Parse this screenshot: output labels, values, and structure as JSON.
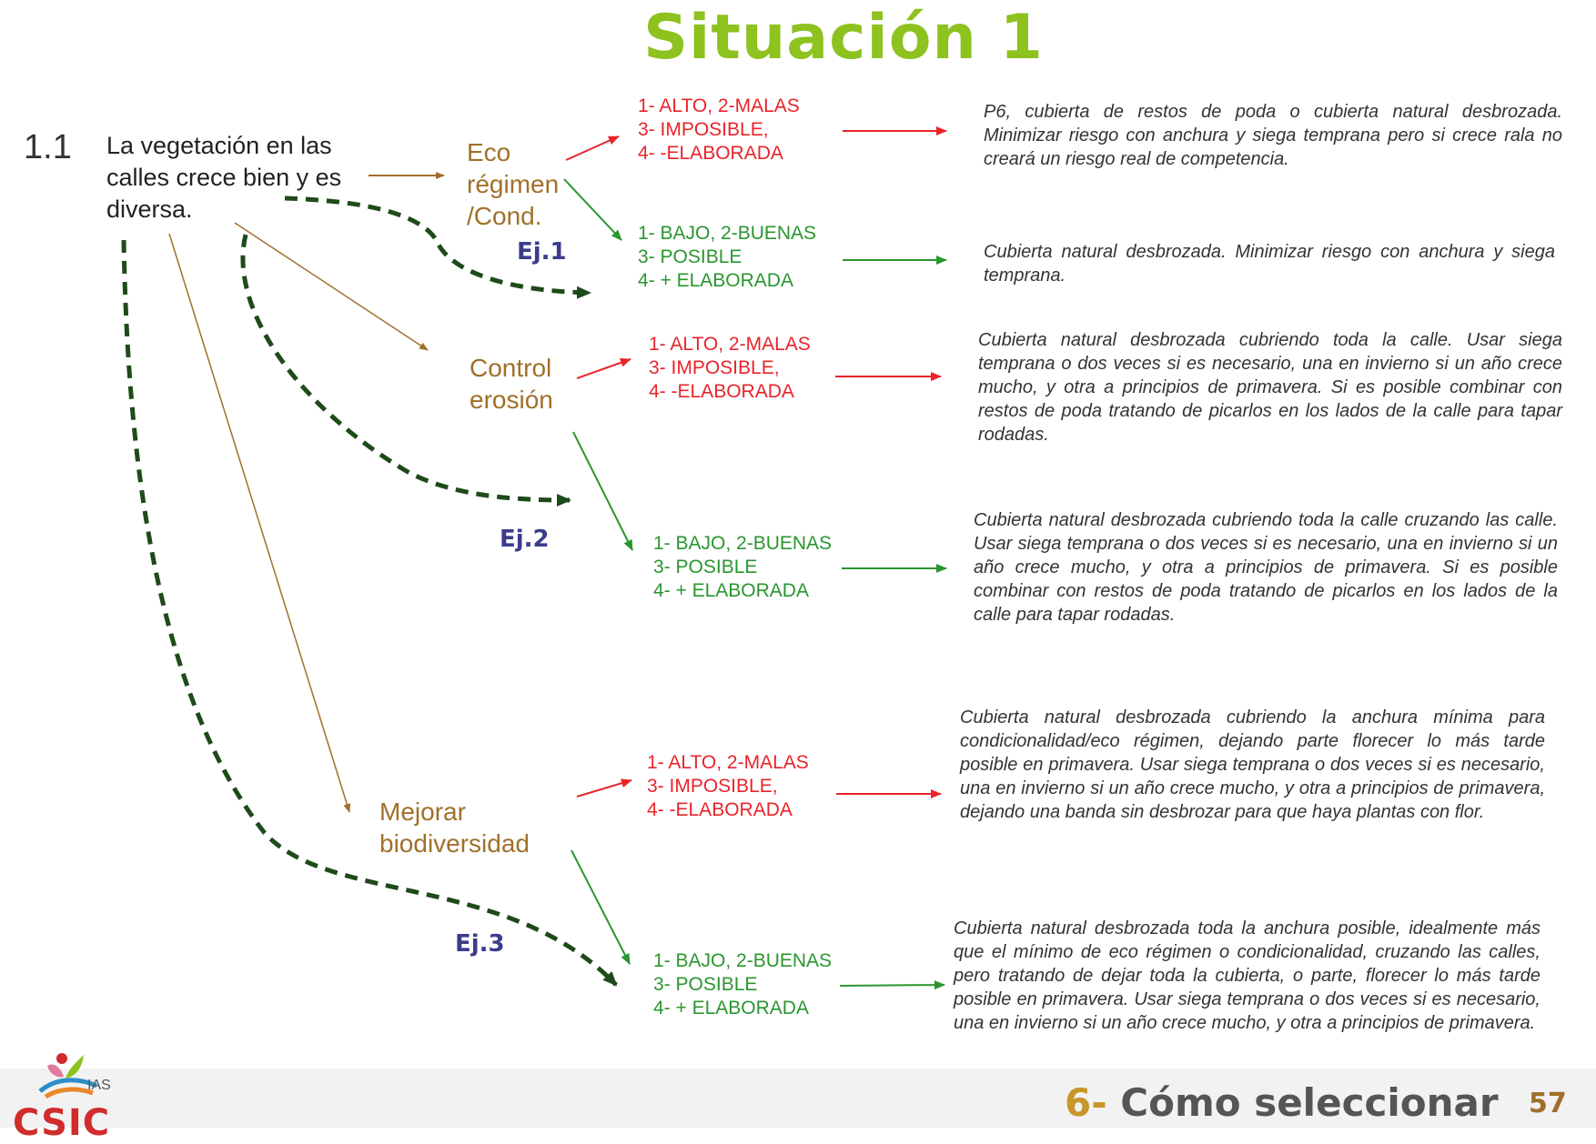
{
  "title": "Situación 1",
  "section": {
    "number": "1.1",
    "text": "La vegetación en las calles crece bien y es diversa."
  },
  "categories": {
    "eco": "Eco régimen /Cond.",
    "erosion": "Control erosión",
    "biodiversity": "Mejorar biodiversidad"
  },
  "examples": [
    "Ej.1",
    "Ej.2",
    "Ej.3"
  ],
  "options": {
    "red": [
      "1- ALTO, 2-MALAS",
      "3- IMPOSIBLE,",
      "4- -ELABORADA"
    ],
    "green": [
      "1- BAJO, 2-BUENAS",
      "3- POSIBLE",
      "4- + ELABORADA"
    ]
  },
  "descriptions": [
    "P6, cubierta de restos de poda o cubierta natural desbrozada. Minimizar riesgo con anchura y siega temprana pero si crece rala no creará un riesgo real de competencia.",
    "Cubierta natural desbrozada. Minimizar riesgo con anchura y siega temprana.",
    "Cubierta natural desbrozada cubriendo toda la calle. Usar siega temprana o dos veces si es necesario, una en invierno si un año crece mucho, y otra a principios de primavera. Si es posible combinar con restos de poda tratando de picarlos en los lados de la calle para tapar rodadas.",
    "Cubierta natural desbrozada cubriendo toda la calle cruzando las calle. Usar siega temprana o dos veces si es necesario, una en invierno si un año crece mucho, y otra a principios de primavera. Si es posible combinar con restos de poda tratando de picarlos en los lados de la calle para tapar rodadas.",
    "Cubierta natural desbrozada cubriendo la anchura mínima para condicionalidad/eco régimen, dejando parte florecer lo más tarde posible en primavera. Usar siega temprana o dos veces si es necesario, una en invierno si un año crece mucho, y otra a principios de primavera, dejando una banda sin desbrozar para que haya plantas con flor.",
    "Cubierta natural desbrozada toda la anchura posible, idealmente más que el mínimo de eco régimen o condicionalidad, cruzando las calles, pero tratando de dejar toda la cubierta, o parte, florecer lo más tarde posible en primavera. Usar siega temprana o dos veces si es necesario, una en invierno si un año crece mucho, y otra a principios de primavera."
  ],
  "footer": {
    "prefix": "6-",
    "title": "Cómo seleccionar",
    "page": "57"
  },
  "logo": {
    "ias": "IAS",
    "csic": "CSIC"
  },
  "colors": {
    "title": "#8dc21f",
    "category": "#a0702a",
    "red": "#e8242a",
    "green": "#2a962f",
    "example": "#3c3c8c",
    "dashed": "#1f4a1a"
  }
}
